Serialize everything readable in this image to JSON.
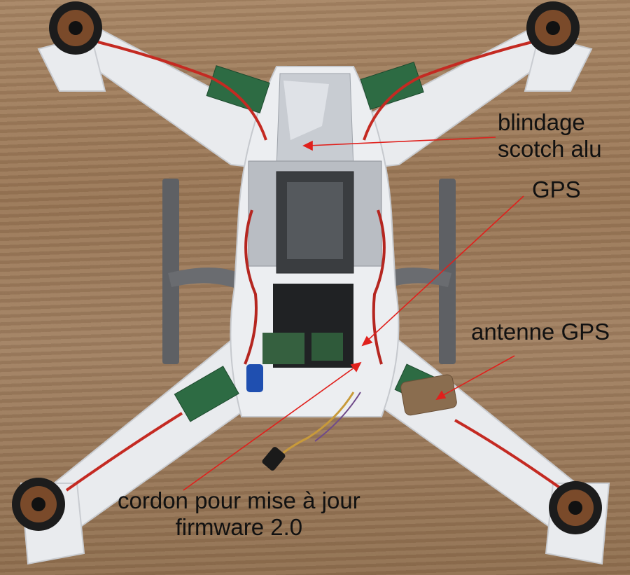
{
  "photo": {
    "subject": "quadcopter-drone-interior",
    "annotation_color": "#e0201c"
  },
  "annotations": {
    "blindage": {
      "line1": "blindage",
      "line2": "scotch alu"
    },
    "gps": {
      "text": "GPS"
    },
    "antenne_gps": {
      "text": "antenne GPS"
    },
    "cordon": {
      "line1": "cordon pour mise à jour",
      "line2": "firmware 2.0"
    }
  }
}
